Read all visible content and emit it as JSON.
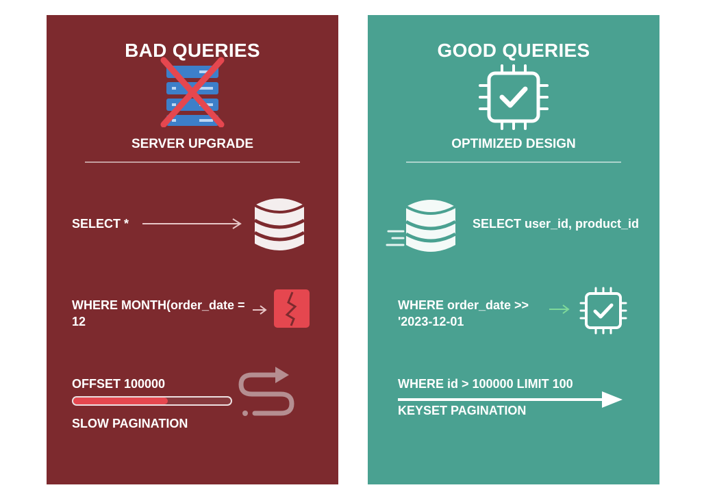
{
  "bad": {
    "title": "BAD QUERIES",
    "icon": "crossed-out-server-icon",
    "subtitle": "SERVER UPGRADE",
    "rows": [
      {
        "text": "SELECT *",
        "icon": "database-icon"
      },
      {
        "text_line1": "WHERE MONTH(order_date =",
        "text_line2": "12",
        "icon": "broken-index-icon"
      },
      {
        "text": "OFFSET 100000",
        "progress": 0.6,
        "caption": "SLOW PAGINATION",
        "icon": "winding-arrow-icon"
      }
    ]
  },
  "good": {
    "title": "GOOD QUERIES",
    "icon": "chip-check-icon",
    "subtitle": "OPTIMIZED DESIGN",
    "rows": [
      {
        "text": "SELECT user_id, product_id",
        "icon": "fast-database-icon"
      },
      {
        "text_line1": "WHERE order_date >>",
        "text_line2": "'2023-12-01",
        "icon": "chip-check-icon"
      },
      {
        "text": "WHERE id > 100000 LIMIT 100",
        "caption": "KEYSET PAGINATION",
        "icon": "straight-arrow-icon"
      }
    ]
  },
  "colors": {
    "bad_bg": "#7d2a2e",
    "good_bg": "#4aa191",
    "danger": "#e5474f",
    "server_blue": "#3d7fc9",
    "success_green": "#7fd99a"
  }
}
